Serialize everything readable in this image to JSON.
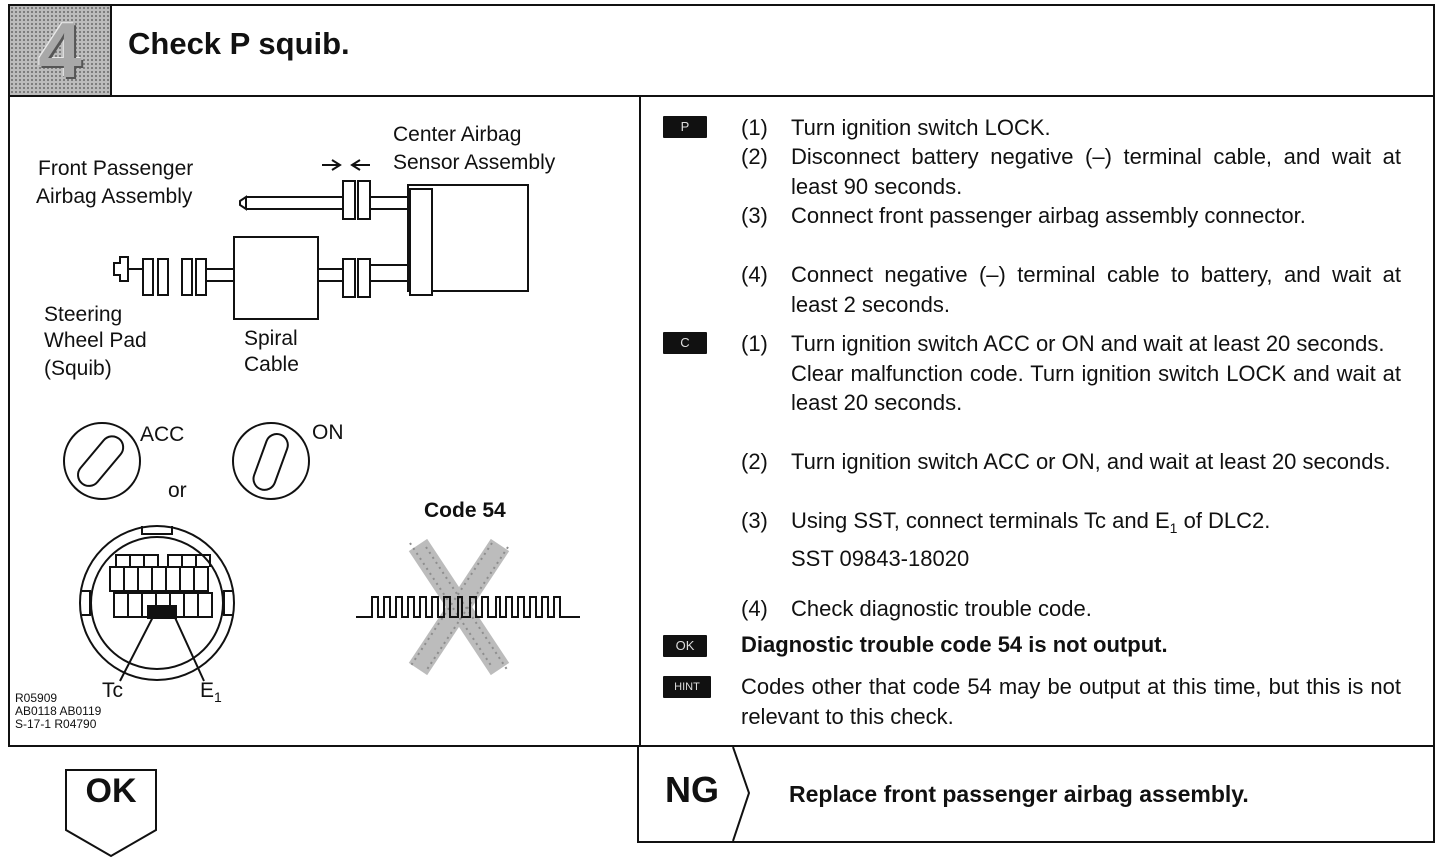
{
  "header": {
    "step_number": "4",
    "title": "Check P squib."
  },
  "figure": {
    "labels": {
      "center_airbag_1": "Center Airbag",
      "center_airbag_2": "Sensor Assembly",
      "front_passenger_1": "Front Passenger",
      "front_passenger_2": "Airbag Assembly",
      "steering_1": "Steering",
      "steering_2": "Wheel Pad",
      "steering_3": "(Squib)",
      "spiral_1": "Spiral",
      "spiral_2": "Cable",
      "acc": "ACC",
      "on": "ON",
      "or": "or",
      "code": "Code 54",
      "tc": "Tc",
      "e1_base": "E",
      "e1_sub": "1"
    },
    "refs": [
      "R05909",
      "AB0118 AB0119",
      "S-17-1 R04790"
    ]
  },
  "instructions": {
    "p_tag": "P",
    "p_steps": [
      {
        "n": "(1)",
        "t": "Turn ignition switch LOCK."
      },
      {
        "n": "(2)",
        "t": "Disconnect battery negative (–) terminal cable, and wait at least 90 seconds."
      },
      {
        "n": "(3)",
        "t": "Connect front passenger airbag assembly connector."
      },
      {
        "n": "(4)",
        "t": "Connect negative (–) terminal cable to battery, and wait at least 2 seconds."
      }
    ],
    "c_tag": "C",
    "c_step1_n": "(1)",
    "c_step1_a": "Turn ignition switch ACC or ON and wait at least 20 seconds.",
    "c_step1_b": "Clear malfunction code. Turn ignition switch LOCK and wait at least 20 seconds.",
    "c_step2_n": "(2)",
    "c_step2_t": "Turn ignition switch ACC or ON, and wait at least 20 seconds.",
    "c_step3_n": "(3)",
    "c_step3_a": "Using SST, connect terminals Tc and E",
    "c_step3_sub": "1",
    "c_step3_b": " of DLC2.",
    "c_step3_sst": "SST 09843-18020",
    "c_step4_n": "(4)",
    "c_step4_t": "Check diagnostic trouble code.",
    "ok_tag": "OK",
    "ok_text": "Diagnostic trouble code 54 is not output.",
    "hint_tag": "HINT",
    "hint_text": "Codes other that code 54 may be output at this time, but this is not relevant to this check."
  },
  "bottom": {
    "ok_label": "OK",
    "ng_label": "NG",
    "ng_action": "Replace front passenger airbag assembly."
  }
}
